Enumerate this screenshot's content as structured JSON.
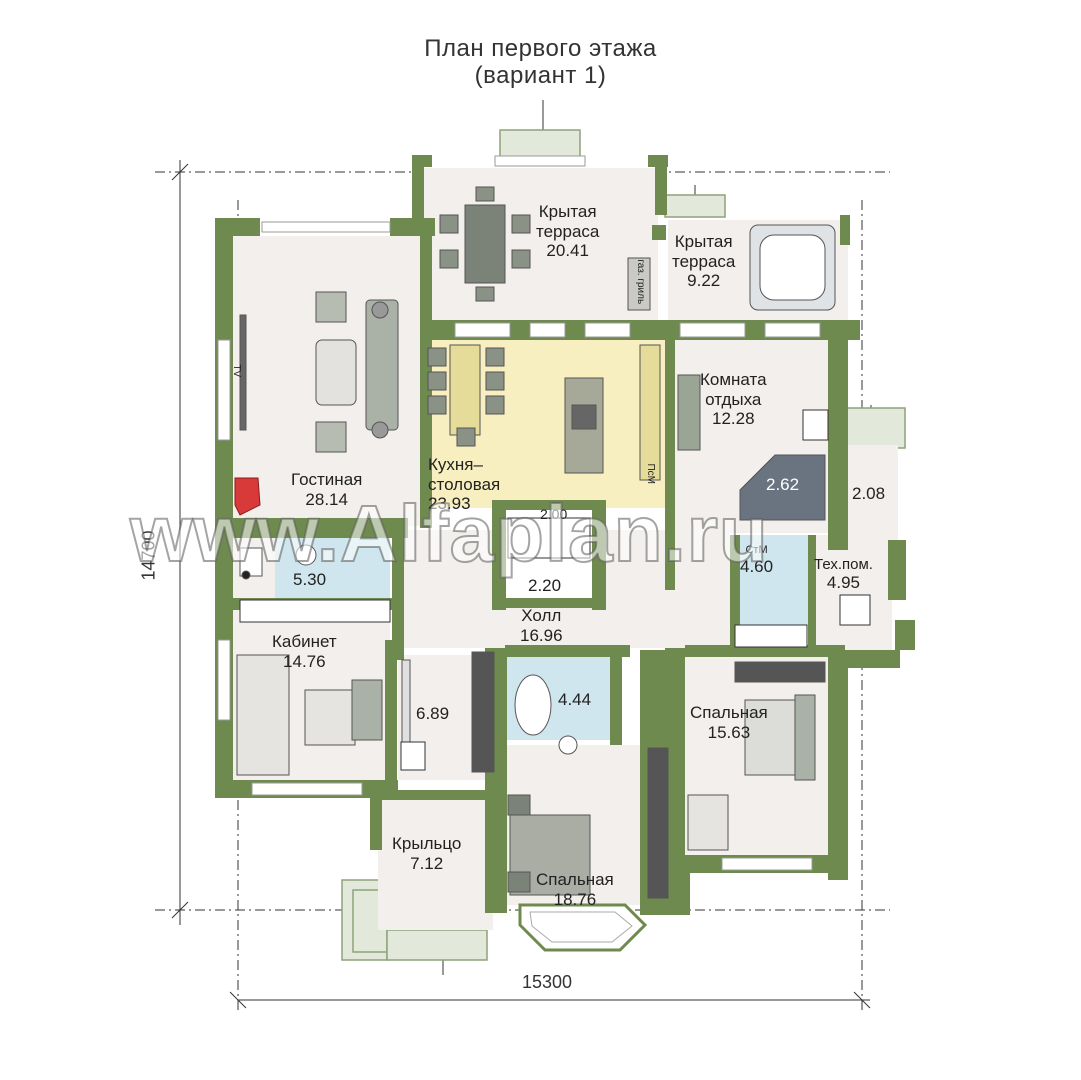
{
  "title": {
    "line1": "План первого этажа",
    "line2": "(вариант 1)"
  },
  "watermark": "www.Alfaplan.ru",
  "dimensions": {
    "width": "15300",
    "height": "14700"
  },
  "colors": {
    "wall": "#6f8a4e",
    "floor": "#f2efec",
    "kitchen": "#f7efbf",
    "wet": "#cfe6ee",
    "furniture": "#8a9185"
  },
  "rooms": [
    {
      "id": "living",
      "name": "Гостиная",
      "area": "28.14"
    },
    {
      "id": "kitchen",
      "name": "Кухня–\nстоловая",
      "area": "23.93"
    },
    {
      "id": "terrace1",
      "name": "Крытая\nтерраса",
      "area": "20.41"
    },
    {
      "id": "terrace2",
      "name": "Крытая\nтерраса",
      "area": "9.22"
    },
    {
      "id": "rest",
      "name": "Комната\nотдыха",
      "area": "12.28"
    },
    {
      "id": "sauna",
      "name": "",
      "area": "2.62"
    },
    {
      "id": "porch2",
      "name": "",
      "area": "2.08"
    },
    {
      "id": "wc",
      "name": "",
      "area": "5.30"
    },
    {
      "id": "wardrobe",
      "name": "",
      "area": "2.20"
    },
    {
      "id": "pantry",
      "name": "",
      "area": "2.00"
    },
    {
      "id": "laundry",
      "name": "СтМ",
      "area": "4.60"
    },
    {
      "id": "tech",
      "name": "Тех.пом.",
      "area": "4.95"
    },
    {
      "id": "hall",
      "name": "Холл",
      "area": "16.96"
    },
    {
      "id": "office",
      "name": "Кабинет",
      "area": "14.76"
    },
    {
      "id": "closet",
      "name": "",
      "area": "6.89"
    },
    {
      "id": "bath",
      "name": "",
      "area": "4.44"
    },
    {
      "id": "bedroom1",
      "name": "Спальная",
      "area": "15.63"
    },
    {
      "id": "bedroom2",
      "name": "Спальная",
      "area": "18.76"
    },
    {
      "id": "porch",
      "name": "Крыльцо",
      "area": "7.12"
    }
  ],
  "labels": {
    "tv": "TV",
    "grill": "газ. гриль",
    "dishwasher": "ПсМ"
  }
}
